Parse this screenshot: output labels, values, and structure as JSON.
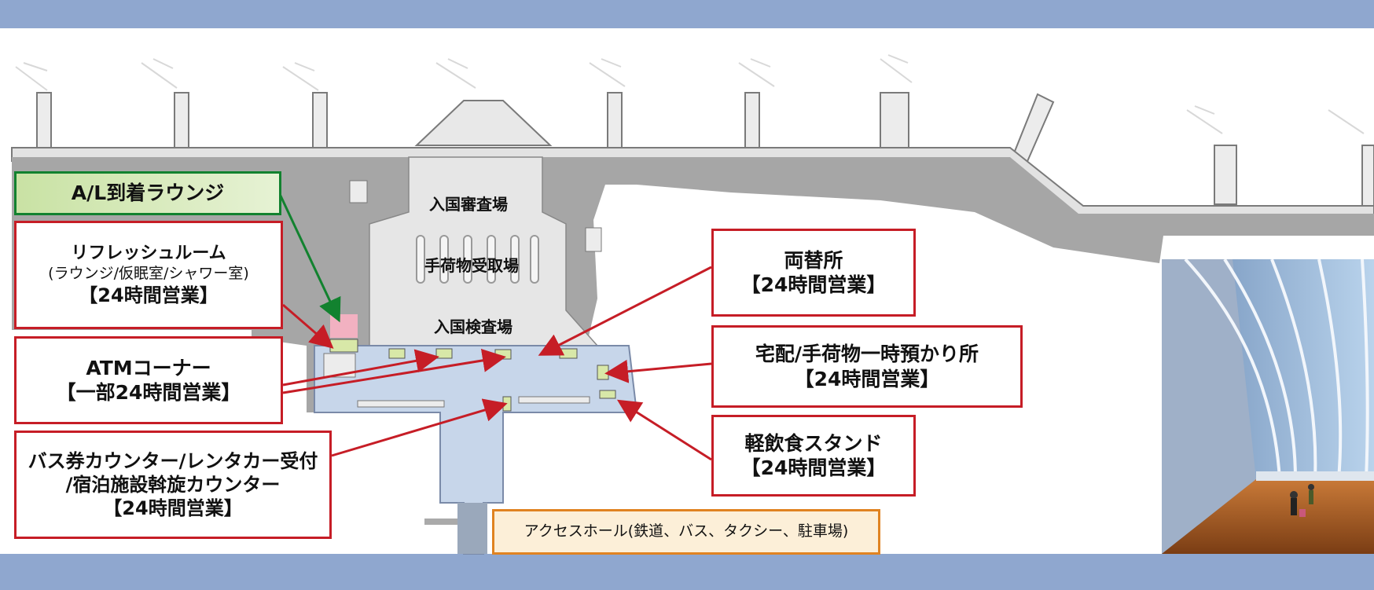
{
  "labels": {
    "al_lounge": {
      "line1": "A/L到着ラウンジ"
    },
    "refresh": {
      "line1": "リフレッシュルーム",
      "line2": "(ラウンジ/仮眠室/シャワー室)",
      "line3": "【24時間営業】"
    },
    "atm": {
      "line1": "ATMコーナー",
      "line2": "【一部24時間営業】"
    },
    "bus": {
      "line1": "バス券カウンター/レンタカー受付",
      "line2": "/宿泊施設斡旋カウンター",
      "line3": "【24時間営業】"
    },
    "exchange": {
      "line1": "両替所",
      "line2": "【24時間営業】"
    },
    "delivery": {
      "line1": "宅配/手荷物一時預かり所",
      "line2": "【24時間営業】"
    },
    "snack": {
      "line1": "軽飲食スタンド",
      "line2": "【24時間営業】"
    },
    "access": {
      "line1": "アクセスホール(鉄道、バス、タクシー、駐車場)"
    }
  },
  "floor_plan": {
    "immigration": "入国審査場",
    "baggage_claim": "手荷物受取場",
    "customs": "入国検査場"
  },
  "colors": {
    "band": "#8fa7cf",
    "red": "#c61d26",
    "green": "#12822f",
    "orange": "#e08321",
    "building": "#a6a6a6",
    "arrival_hall": "#c7d6ea"
  }
}
